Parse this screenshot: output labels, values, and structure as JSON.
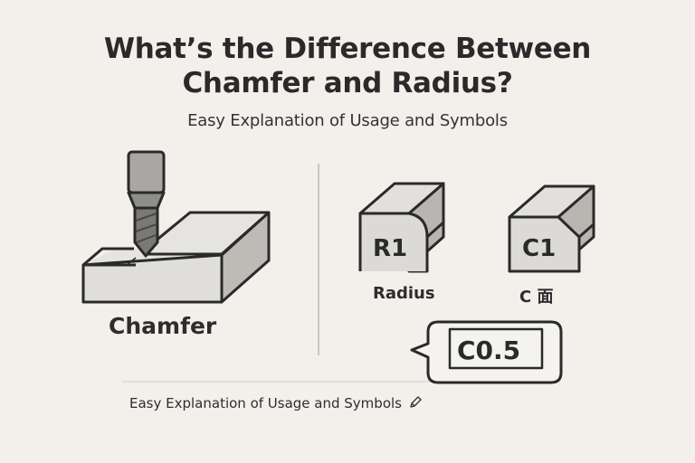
{
  "header": {
    "title_line1": "What’s the Difference Between",
    "title_line2": "Chamfer and Radius?",
    "subtitle": "Easy Explanation of Usage and Symbols"
  },
  "left_panel": {
    "illustration": "end-mill-cutting-block",
    "label": "Chamfer"
  },
  "right_panel": {
    "radius_cube": {
      "symbol": "R1",
      "label": "Radius"
    },
    "chamfer_cube": {
      "symbol": "C1",
      "label": "C 面"
    },
    "callout": {
      "symbol": "C0.5"
    }
  },
  "footer": {
    "text": "Easy Explanation of Usage and Symbols",
    "icon": "pencil-icon"
  },
  "colors": {
    "background": "#f3f0ec",
    "outline": "#2a2a2a",
    "face_light": "#e4e2df",
    "face_mid": "#cfccc8",
    "face_dark": "#b4b1ad",
    "divider": "#cfcbc6"
  }
}
